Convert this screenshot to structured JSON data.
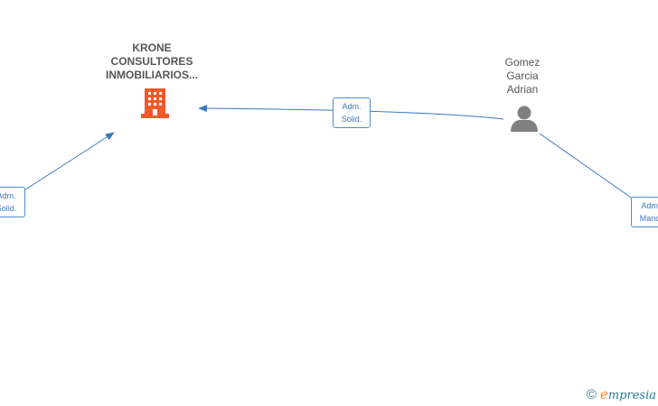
{
  "company": {
    "name_lines": [
      "KRONE",
      "CONSULTORES",
      "INMOBILIARIOS..."
    ],
    "icon": "building-icon",
    "icon_color": "#f05a28"
  },
  "person": {
    "name_lines": [
      "Gomez",
      "Garcia",
      "Adrian"
    ],
    "icon": "person-icon",
    "icon_color": "#808080"
  },
  "edges": [
    {
      "from": "Gomez Garcia Adrian",
      "to": "KRONE CONSULTORES INMOBILIARIOS...",
      "label_lines": [
        "Adm.",
        "Solid."
      ]
    },
    {
      "from": "offscreen-left",
      "to": "KRONE CONSULTORES INMOBILIARIOS...",
      "label_lines": [
        "Adm.",
        "Solid."
      ]
    },
    {
      "from": "Gomez Garcia Adrian",
      "to": "offscreen-right",
      "label_lines": [
        "Adm.",
        "Manc."
      ]
    }
  ],
  "colors": {
    "edge": "#3a78c0",
    "label_border": "#4a8fd6"
  },
  "brand": {
    "copyright": "©",
    "initial": "e",
    "rest": "mpresia"
  }
}
